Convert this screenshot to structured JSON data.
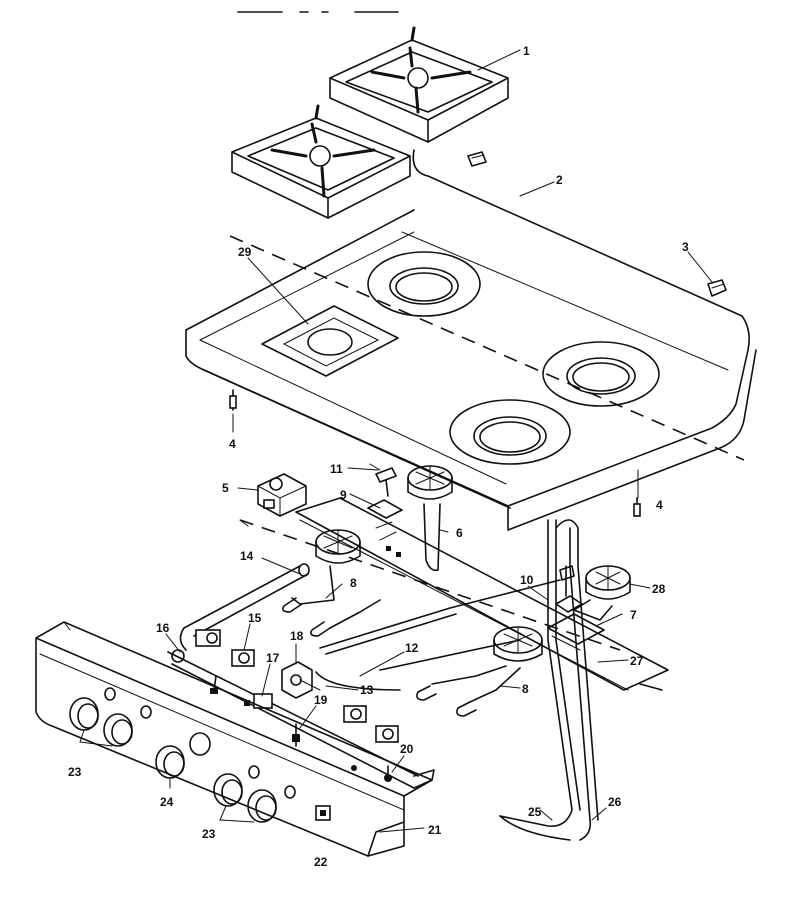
{
  "callouts": {
    "c1": "1",
    "c2": "2",
    "c3": "3",
    "c4a": "4",
    "c4b": "4",
    "c5": "5",
    "c6": "6",
    "c7": "7",
    "c8a": "8",
    "c8b": "8",
    "c9": "9",
    "c10": "10",
    "c11": "11",
    "c12": "12",
    "c13": "13",
    "c14": "14",
    "c15": "15",
    "c16": "16",
    "c17": "17",
    "c18": "18",
    "c19": "19",
    "c20": "20",
    "c21": "21",
    "c22": "22",
    "c23a": "23",
    "c23b": "23",
    "c24": "24",
    "c25": "25",
    "c26": "26",
    "c27": "27",
    "c28": "28",
    "c29": "29"
  }
}
